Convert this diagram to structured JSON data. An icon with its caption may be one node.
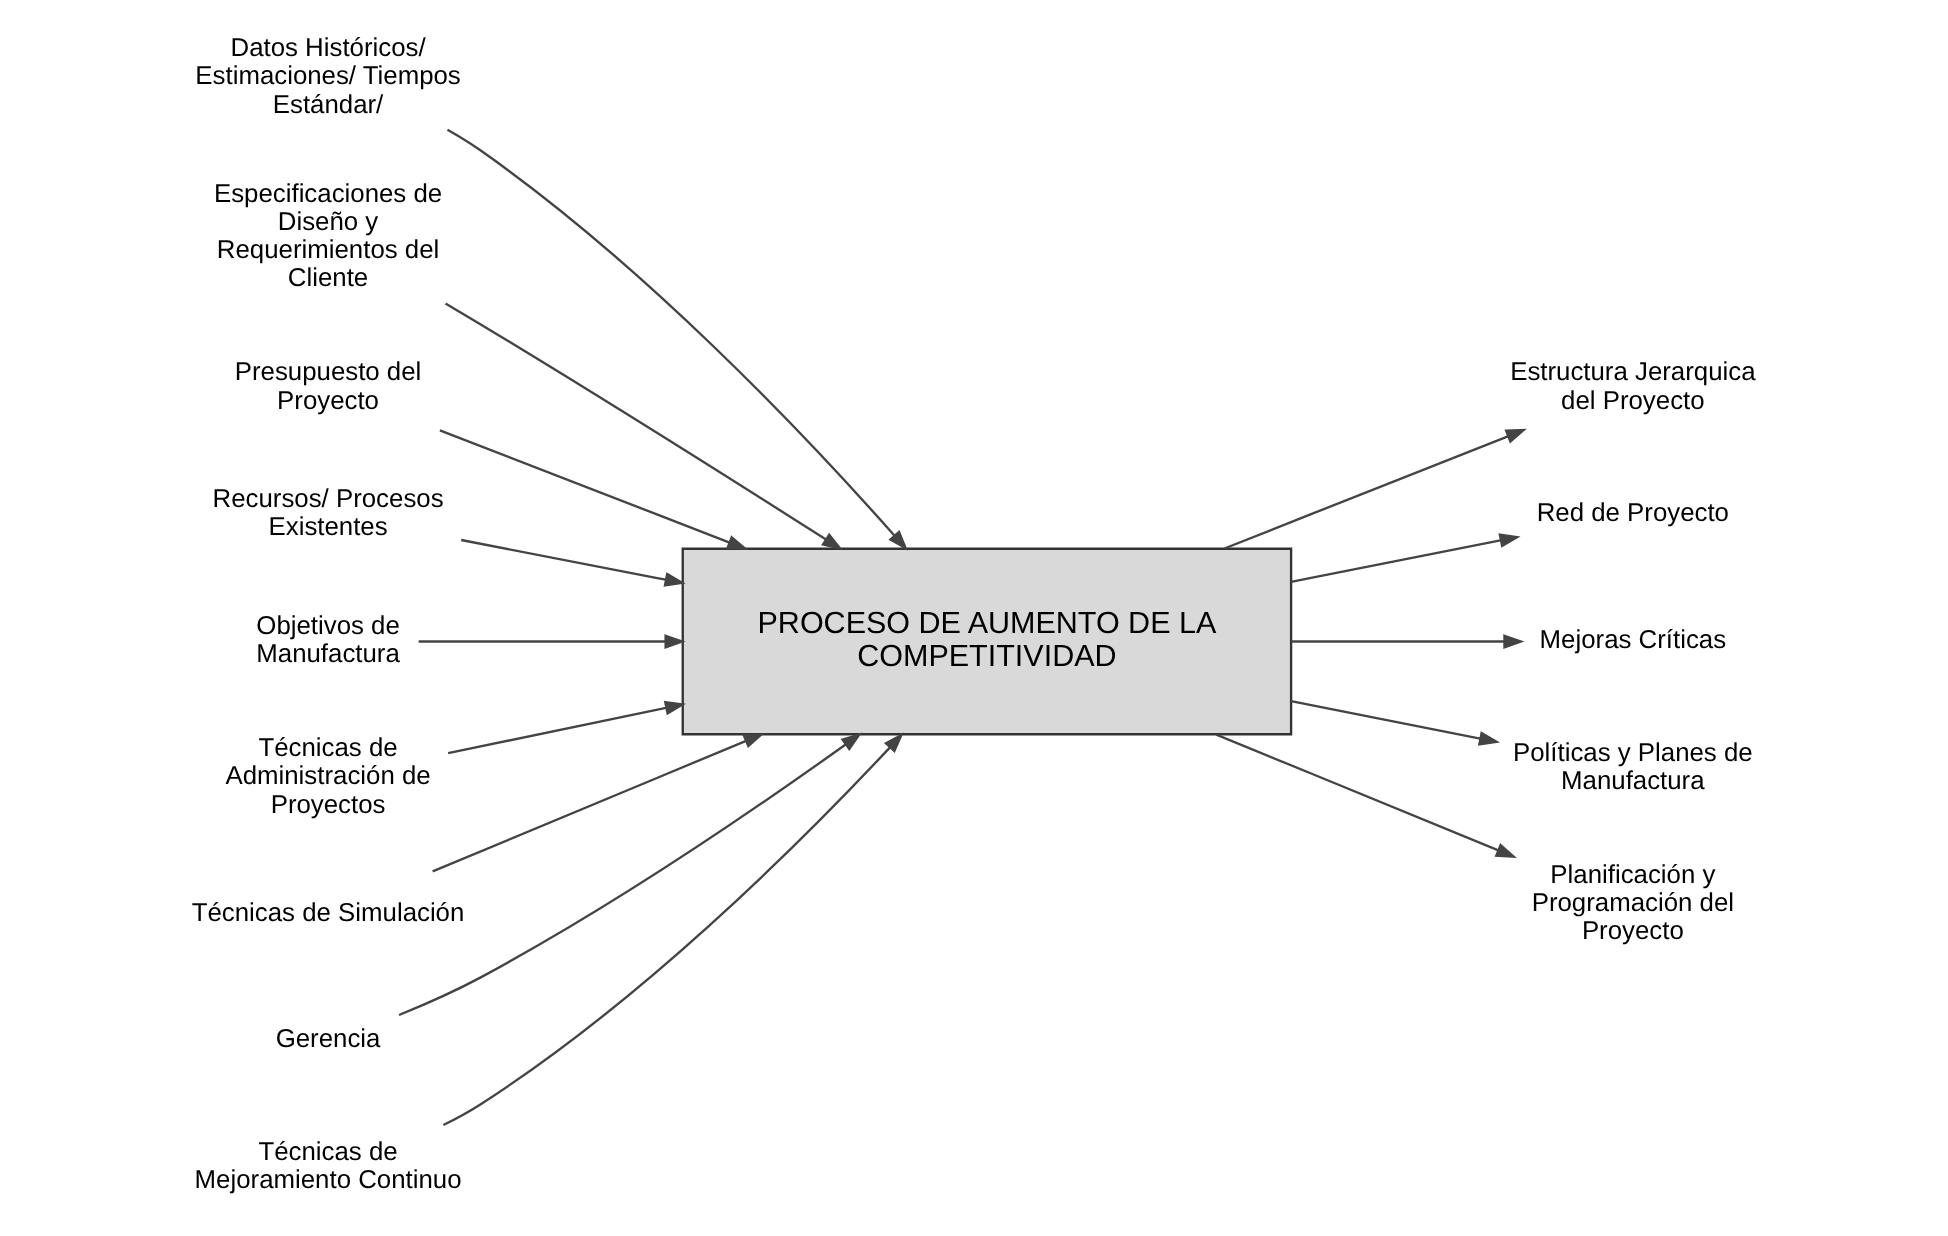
{
  "diagram": {
    "nodes": [
      {
        "text": [
          "Datos Históricos/ Estimaciones/ Tiempos Estándar/"
        ]
      },
      {
        "text": [
          "Especificaciones de Diseño y Requerimientos del Cliente"
        ]
      },
      {
        "text": [
          "Presupuesto del Proyecto"
        ]
      },
      {
        "text": [
          "Estructura Jerarquica del Proyecto"
        ]
      },
      {
        "text": [
          "Recursos/ Procesos Existentes"
        ]
      },
      {
        "text": [
          "PROCESO DE AUMENTO DE LA COMPETITIVIDAD"
        ]
      },
      {
        "text": [
          "Red de Proyecto"
        ]
      },
      {
        "text": [
          "Mejoras Críticas"
        ]
      },
      {
        "text": [
          "Políticas y Planes de Manufactura"
        ]
      },
      {
        "text": [
          "Objetivos de Manufactura"
        ]
      },
      {
        "text": [
          "Planificación y Programación del Proyecto"
        ]
      },
      {
        "text": [
          "Técnicas de Administración de Proyectos"
        ]
      },
      {
        "text": [
          "Técnicas de Simulación"
        ]
      },
      {
        "text": [
          "Gerencia"
        ]
      },
      {
        "text": [
          "Técnicas de Mejoramiento Continuo"
        ]
      }
    ],
    "edges": [
      {
        "from": 0,
        "to": 5,
        "arrow": "to"
      },
      {
        "from": 4,
        "to": 5,
        "arrow": "to"
      },
      {
        "from": 9,
        "to": 5,
        "arrow": "to"
      },
      {
        "from": 1,
        "to": 5,
        "arrow": "to"
      },
      {
        "from": 2,
        "to": 5,
        "arrow": "to"
      },
      {
        "from": 11,
        "to": 5,
        "arrow": "to"
      },
      {
        "from": 12,
        "to": 5,
        "arrow": "to"
      },
      {
        "from": 14,
        "to": 5,
        "arrow": "to"
      },
      {
        "from": 13,
        "to": 5,
        "arrow": "to"
      },
      {
        "from": 5,
        "to": 3,
        "arrow": "to"
      },
      {
        "from": 5,
        "to": 6,
        "arrow": "to"
      },
      {
        "from": 5,
        "to": 7,
        "arrow": "to"
      },
      {
        "from": 5,
        "to": 8,
        "arrow": "to"
      },
      {
        "from": 5,
        "to": 10,
        "arrow": "to"
      }
    ]
  }
}
